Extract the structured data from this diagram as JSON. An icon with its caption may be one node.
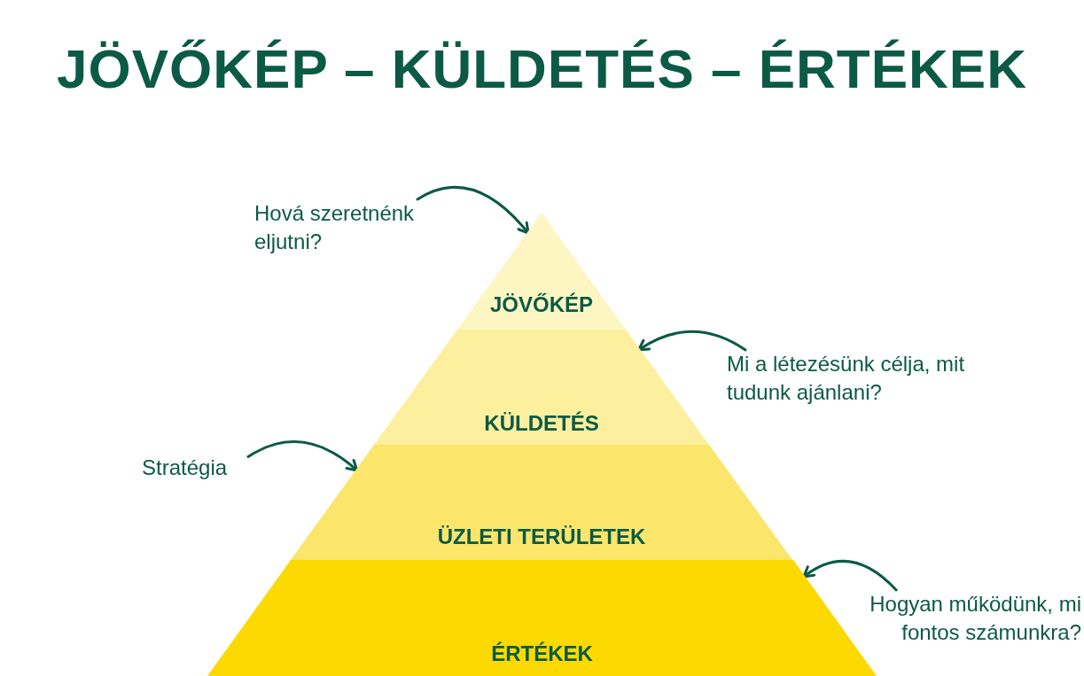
{
  "diagram": {
    "title": "JÖVŐKÉP – KÜLDETÉS – ÉRTÉKEK",
    "nodes": [
      {
        "text": [
          "JÖVŐKÉP"
        ]
      },
      {
        "text": [
          "KÜLDETÉS"
        ]
      },
      {
        "text": [
          "ÜZLETI TERÜLETEK"
        ]
      },
      {
        "text": [
          "ÉRTÉKEK"
        ]
      },
      {
        "text": [
          "Hová szeretnénk eljutni?"
        ]
      },
      {
        "text": [
          "Mi a létezésünk célja, mit tudunk ajánlani?"
        ]
      },
      {
        "text": [
          "Stratégia"
        ]
      },
      {
        "text": [
          "Hogyan működünk, mi fontos számunkra?"
        ]
      }
    ],
    "edges": [
      {
        "from": 4,
        "to": 0,
        "arrow": "to"
      },
      {
        "from": 5,
        "to": 1,
        "arrow": "to"
      },
      {
        "from": 6,
        "to": 2,
        "arrow": "to"
      },
      {
        "from": 7,
        "to": 3,
        "arrow": "to"
      }
    ]
  }
}
